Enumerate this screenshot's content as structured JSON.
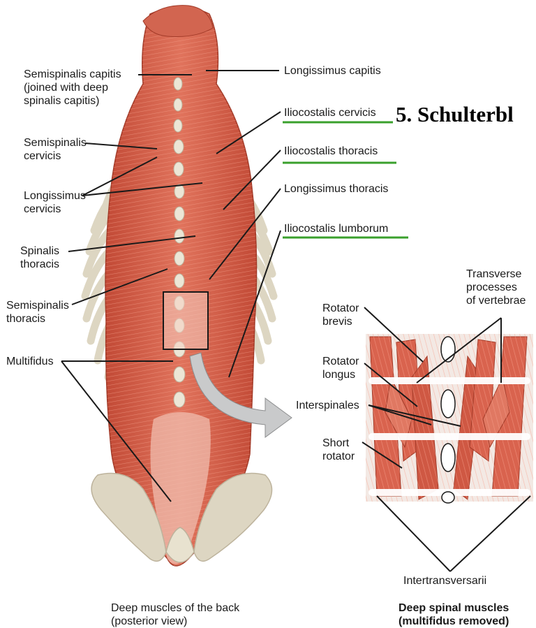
{
  "labels_left": {
    "semispinalis_capitis": "Semispinalis capitis\n(joined with deep\nspinalis capitis)",
    "semispinalis_cervicis": "Semispinalis\ncervicis",
    "longissimus_cervicis": "Longissimus\ncervicis",
    "spinalis_thoracis": "Spinalis\nthoracis",
    "semispinalis_thoracis": "Semispinalis\nthoracis",
    "multifidus": "Multifidus"
  },
  "labels_right": {
    "longissimus_capitis": "Longissimus capitis",
    "iliocostalis_cervicis": "Iliocostalis cervicis",
    "iliocostalis_thoracis": "Iliocostalis thoracis",
    "longissimus_thoracis": "Longissimus thoracis",
    "iliocostalis_lumborum": "Iliocostalis lumborum"
  },
  "labels_inset": {
    "transverse_processes": "Transverse\nprocesses\nof vertebrae",
    "rotator_brevis": "Rotator\nbrevis",
    "rotator_longus": "Rotator\nlongus",
    "interspinales": "Interspinales",
    "short_rotator": "Short\nrotator",
    "intertransversarii": "Intertransversarii"
  },
  "captions": {
    "main": "Deep muscles of the back\n(posterior view)",
    "inset": "Deep spinal muscles\n(multifidus removed)"
  },
  "overlay_text": "5. Schulterbl",
  "colors": {
    "muscle": "#d9634e",
    "muscle_dark": "#b8432f",
    "bone": "#ddd6c2",
    "underline": "#3aa02c"
  }
}
